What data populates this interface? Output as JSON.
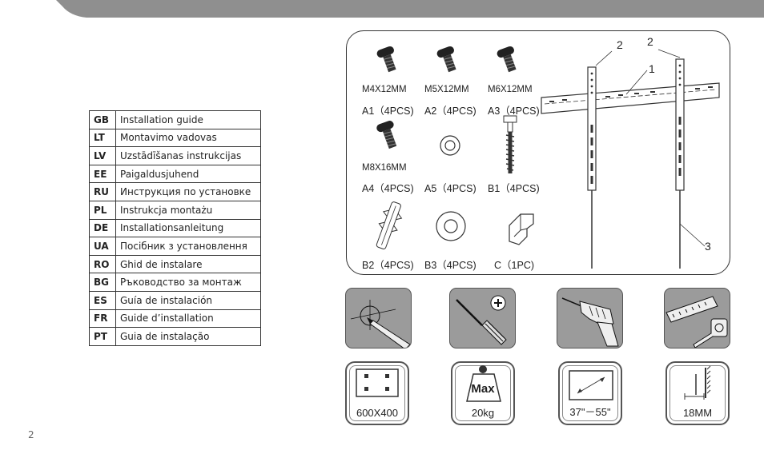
{
  "page_number": "2",
  "languages": [
    {
      "code": "GB",
      "label": "Installation guide"
    },
    {
      "code": "LT",
      "label": "Montavimo vadovas"
    },
    {
      "code": "LV",
      "label": "Uzstādīšanas instrukcijas"
    },
    {
      "code": "EE",
      "label": "Paigaldusjuhend"
    },
    {
      "code": "RU",
      "label": "Инструкция по установке"
    },
    {
      "code": "PL",
      "label": "Instrukcja montażu"
    },
    {
      "code": "DE",
      "label": "Installationsanleitung"
    },
    {
      "code": "UA",
      "label": "Посібник з установлення"
    },
    {
      "code": "RO",
      "label": "Ghid de instalare"
    },
    {
      "code": "BG",
      "label": "Ръководство за монтаж"
    },
    {
      "code": "ES",
      "label": "Guía de instalación"
    },
    {
      "code": "FR",
      "label": "Guide d’installation"
    },
    {
      "code": "PT",
      "label": "Guia de instalação"
    }
  ],
  "parts": {
    "a1": {
      "size": "M4X12MM",
      "label": "A1（4PCS)"
    },
    "a2": {
      "size": "M5X12MM",
      "label": "A2（4PCS)"
    },
    "a3": {
      "size": "M6X12MM",
      "label": "A3（4PCS)"
    },
    "a4": {
      "size": "M8X16MM",
      "label": "A4（4PCS)"
    },
    "a5": {
      "label": "A5（4PCS)"
    },
    "b1": {
      "label": "B1（4PCS)"
    },
    "b2": {
      "label": "B2（4PCS)"
    },
    "b3": {
      "label": "B3（4PCS)"
    },
    "c": {
      "label": "C（1PC)"
    }
  },
  "bracket_callouts": {
    "left": "2",
    "right": "2",
    "rail": "1",
    "cable": "3"
  },
  "specs": {
    "vesa": "600X400",
    "max_label": "Max",
    "max_load": "20kg",
    "screen_size": "37\"－55\"",
    "wall_distance": "18MM"
  },
  "colors": {
    "top_bar": "#8f8f8f",
    "tool_tile": "#9b9b9b"
  }
}
